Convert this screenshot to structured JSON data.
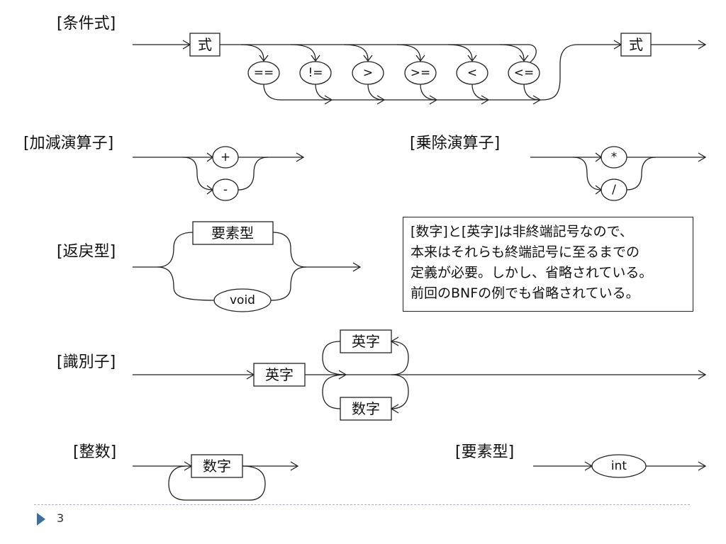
{
  "labels": {
    "condition": "[条件式]",
    "addsub": "[加減演算子]",
    "muldiv": "[乗除演算子]",
    "return_type": "[返戻型]",
    "identifier": "[識別子]",
    "integer": "[整数]",
    "element_type": "[要素型]"
  },
  "boxes": {
    "expr": "式",
    "elem_type": "要素型",
    "alpha": "英字",
    "digit": "数字"
  },
  "ovals": {
    "eq": "==",
    "ne": "!=",
    "gt": ">",
    "ge": ">=",
    "lt": "<",
    "le": "<=",
    "plus": "+",
    "minus": "-",
    "star": "*",
    "slash": "/",
    "void": "void",
    "int": "int"
  },
  "note": {
    "lines": [
      "[数字]と[英字]は非終端記号なので、",
      "本来はそれらも終端記号に至るまでの",
      "定義が必要。しかし、省略されている。",
      "前回のBNFの例でも省略されている。"
    ]
  },
  "footer": {
    "page": "3"
  }
}
